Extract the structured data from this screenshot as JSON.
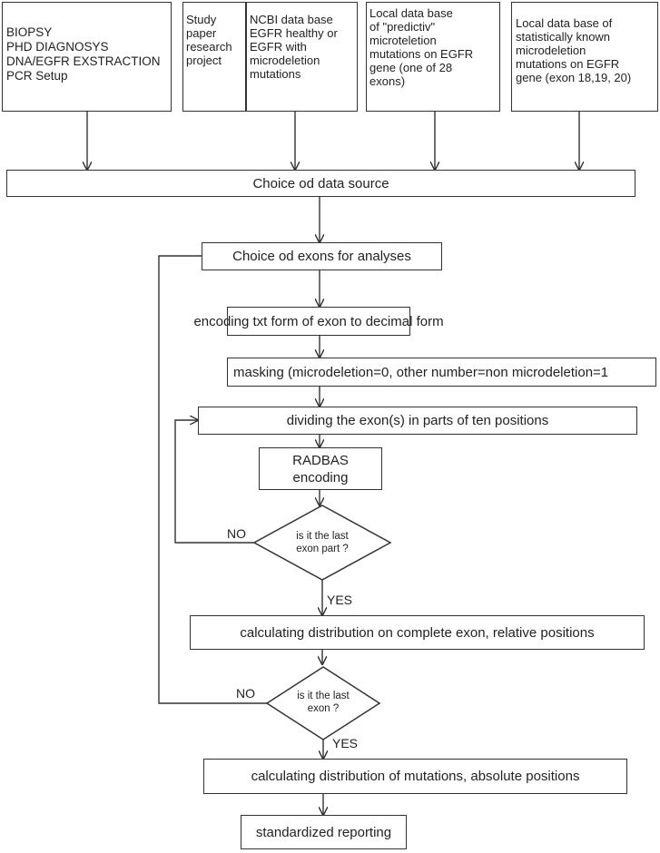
{
  "sources": {
    "lab": "BIOPSY\nPHD DIAGNOSYS\nDNA/EGFR EXSTRACTION\nPCR Setup",
    "study": "Study\npaper\nresearch\nproject",
    "ncbi": "NCBI data base\nEGFR healthy or\nEGFR with\nmicrodeletion\nmutations",
    "local_predictive": "Local data base\nof \"predictiv\"\nmicroteletion\nmutations on EGFR\ngene (one of 28\nexons)",
    "local_statistical": "Local data base of\nstatistically known\nmicrodeletion\nmutations on EGFR\ngene (exon 18,19, 20)"
  },
  "steps": {
    "choice_source": "Choice od data source",
    "choice_exons": "Choice od exons for analyses",
    "encoding": "encoding txt form of exon to decimal form",
    "masking": "masking (microdeletion=0, other number=non microdeletion=1",
    "dividing": "dividing the exon(s) in parts of ten positions",
    "radbas": "RADBAS\nencoding",
    "calc_relative": "calculating distribution on complete exon, relative positions",
    "calc_absolute": "calculating distribution of mutations, absolute positions",
    "reporting": "standardized reporting"
  },
  "decisions": {
    "last_part": "is it the last\nexon part ?",
    "last_exon": "is it the last\nexon ?"
  },
  "labels": {
    "no_1": "NO",
    "yes_1": "YES",
    "no_2": "NO",
    "yes_2": "YES"
  }
}
